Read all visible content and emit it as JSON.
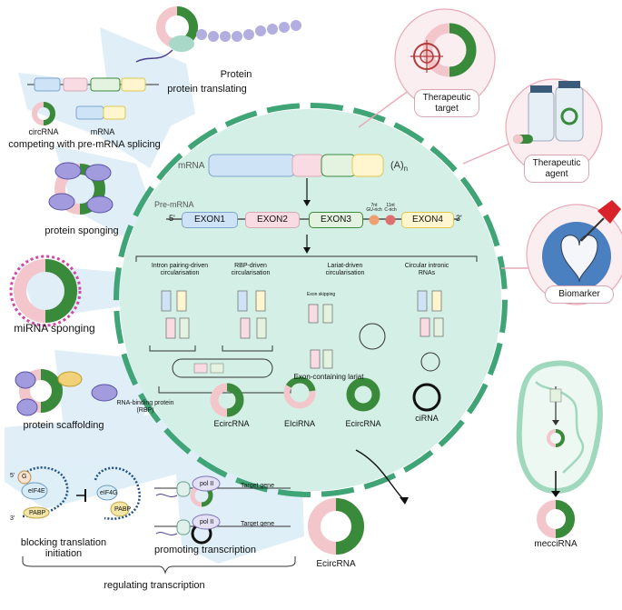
{
  "left_functions": {
    "protein": "Protein",
    "protein_translating": "protein translating",
    "circrna": "circRNA",
    "mrna": "mRNA",
    "competing": "competing with pre-mRNA splicing",
    "protein_sponging": "protein sponging",
    "mirna_sponging": "miRNA sponging",
    "rbp": "RNA-binding protein\n(RBP)",
    "protein_scaffolding": "protein scaffolding",
    "blocking": "blocking translation\ninitiation",
    "promoting": "promoting transcription",
    "regulating": "regulating transcription",
    "eif4e": "eIF4E",
    "eif4g": "eIF4G",
    "pabp": "PABP",
    "g": "G",
    "pol_ii": "pol II",
    "target_gene": "Target gene",
    "five_prime": "5'",
    "three_prime": "3'"
  },
  "cell": {
    "mrna": "mRNA",
    "poly_a": "(A)",
    "poly_a_sub": "n",
    "pre_mrna": "Pre-mRNA",
    "five_prime": "5'",
    "three_prime": "3'",
    "exons": [
      "EXON1",
      "EXON2",
      "EXON3",
      "EXON4"
    ],
    "gu_rich": "7nt\nGU-rich",
    "c_rich": "11nt\nC-rich",
    "mechanisms": [
      "Intron pairing-driven\ncircularisation",
      "RBP-driven\ncircularisation",
      "Lariat-driven\ncircularisation",
      "Circular intronic\nRNAs"
    ],
    "exon_skipping": "Exon skipping",
    "exon_lariat": "Exon-containing lariat",
    "products": [
      "EcircRNA",
      "EIciRNA",
      "EcircRNA",
      "ciRNA"
    ]
  },
  "right": {
    "therapeutic_target": "Therapeutic\ntarget",
    "therapeutic_agent": "Therapeutic\nagent",
    "biomarker": "Biomarker",
    "mecci": "mecciRNA",
    "bottom_ecirc": "EcircRNA"
  },
  "colors": {
    "green": "#3a8a3c",
    "pink": "#f2c6cb",
    "cell_fill": "#cdeee3",
    "cell_stroke": "#3fa476",
    "arrow_fill": "#d9ecf7",
    "ring": "#e9a9b7",
    "blue_box": "#cfe3f7",
    "pink_box": "#f8dbe3",
    "green_box": "#e3f3df",
    "yellow_box": "#fff6cf",
    "purple": "#8e88cc"
  }
}
